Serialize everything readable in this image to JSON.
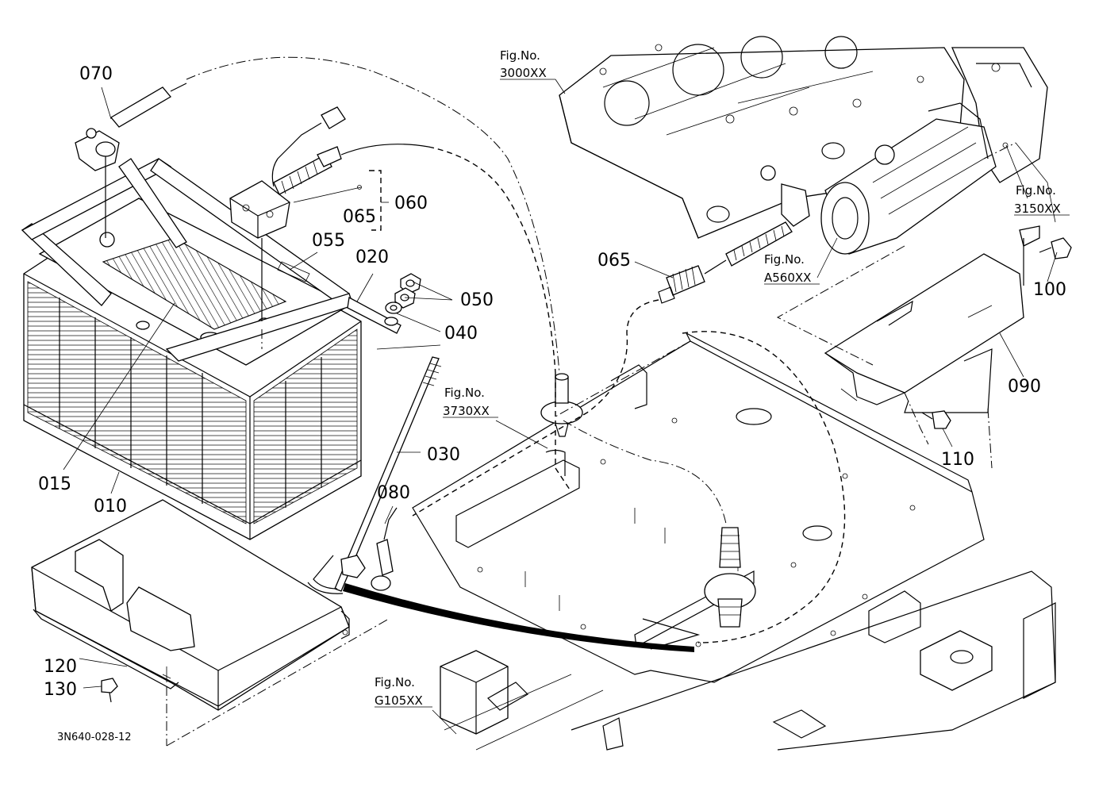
{
  "drawing_code": "3N640-028-12",
  "parts": [
    {
      "id": "p070",
      "label": "070"
    },
    {
      "id": "p060",
      "label": "060"
    },
    {
      "id": "p065a",
      "label": "065"
    },
    {
      "id": "p055",
      "label": "055"
    },
    {
      "id": "p020",
      "label": "020"
    },
    {
      "id": "p050",
      "label": "050"
    },
    {
      "id": "p040",
      "label": "040"
    },
    {
      "id": "p015",
      "label": "015"
    },
    {
      "id": "p010",
      "label": "010"
    },
    {
      "id": "p030",
      "label": "030"
    },
    {
      "id": "p080",
      "label": "080"
    },
    {
      "id": "p120",
      "label": "120"
    },
    {
      "id": "p130",
      "label": "130"
    },
    {
      "id": "p065b",
      "label": "065"
    },
    {
      "id": "p100",
      "label": "100"
    },
    {
      "id": "p090",
      "label": "090"
    },
    {
      "id": "p110",
      "label": "110"
    }
  ],
  "figure_refs": [
    {
      "title": "Fig.No.",
      "number": "3000XX"
    },
    {
      "title": "Fig.No.",
      "number": "3150XX"
    },
    {
      "title": "Fig.No.",
      "number": "A560XX"
    },
    {
      "title": "Fig.No.",
      "number": "3730XX"
    },
    {
      "title": "Fig.No.",
      "number": "G105XX"
    }
  ]
}
